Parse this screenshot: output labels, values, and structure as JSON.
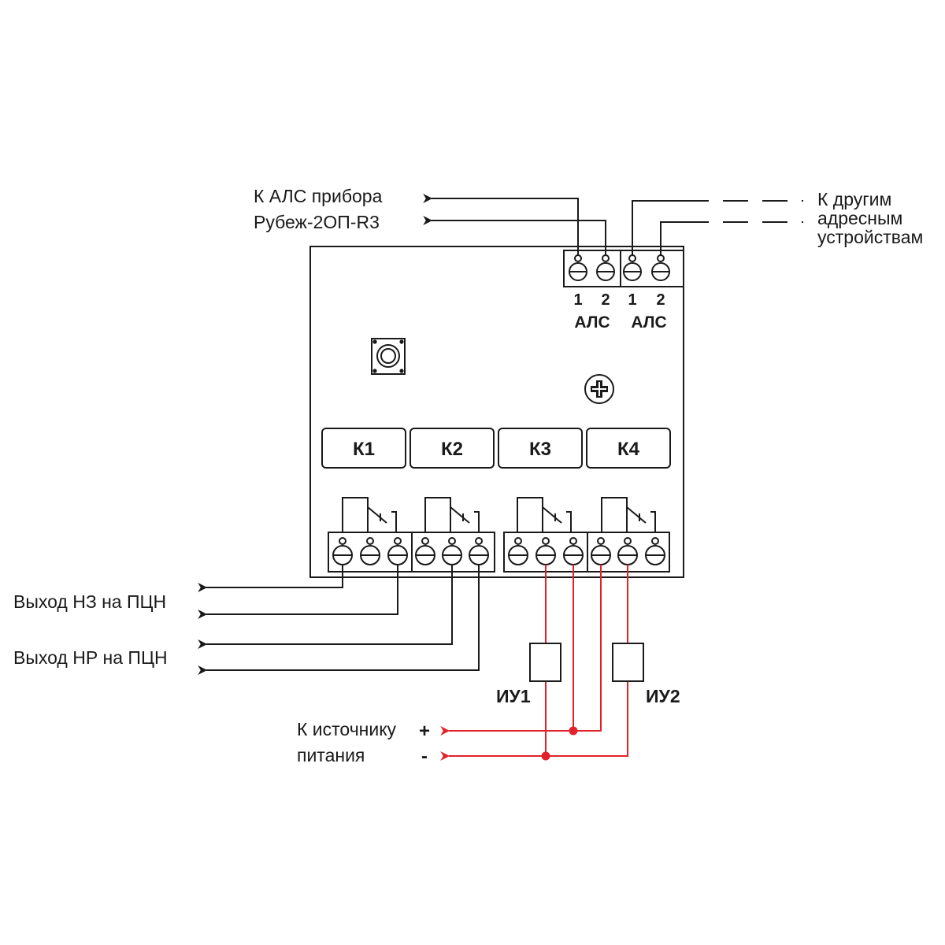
{
  "labels": {
    "als_device_line1": "К АЛС прибора",
    "als_device_line2": "Рубеж-2ОП-R3",
    "other_line1": "К другим",
    "other_line2": "адресным",
    "other_line3": "устройствам",
    "output_nz": "Выход НЗ на ПЦН",
    "output_nr": "Выход НР на ПЦН",
    "power_line1": "К источнику",
    "power_line2": "питания",
    "plus": "+",
    "minus": "-"
  },
  "terminals": {
    "left": {
      "n1": "1",
      "n2": "2",
      "name": "АЛС"
    },
    "right": {
      "n1": "1",
      "n2": "2",
      "name": "АЛС"
    }
  },
  "relays": [
    "К1",
    "К2",
    "К3",
    "К4"
  ],
  "actuators": [
    "ИУ1",
    "ИУ2"
  ],
  "colors": {
    "line": "#1a1a1a",
    "power_wire": "#e0222a"
  }
}
